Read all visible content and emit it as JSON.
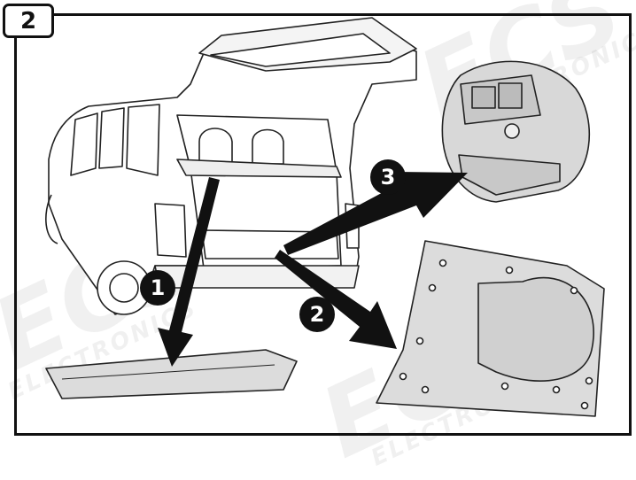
{
  "step": {
    "number": "2"
  },
  "callouts": [
    {
      "label": "1"
    },
    {
      "label": "2"
    },
    {
      "label": "3"
    }
  ],
  "watermark": {
    "logo": "ECS",
    "tagline": "ELECTRONICS"
  },
  "colors": {
    "outline": "#111111",
    "part_gray": "#dcdcdc",
    "callout_fill": "#111111"
  }
}
